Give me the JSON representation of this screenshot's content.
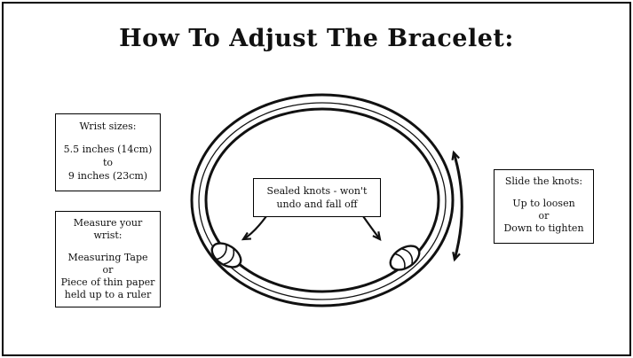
{
  "colors": {
    "ink": "#111111",
    "background": "#ffffff"
  },
  "title": "How To Adjust The Bracelet:",
  "wrist_sizes": {
    "heading": "Wrist sizes:",
    "lines": [
      "5.5 inches (14cm)",
      "to",
      "9 inches (23cm)"
    ]
  },
  "measure_wrist": {
    "heading": "Measure your wrist:",
    "lines": [
      "Measuring Tape",
      "or",
      "Piece of thin paper",
      "held up to a ruler"
    ]
  },
  "sealed_knots": {
    "lines": [
      "Sealed knots - won't",
      "undo and fall off"
    ]
  },
  "slide_knots": {
    "heading": "Slide the knots:",
    "lines": [
      "Up to loosen",
      "or",
      "Down to tighten"
    ]
  }
}
